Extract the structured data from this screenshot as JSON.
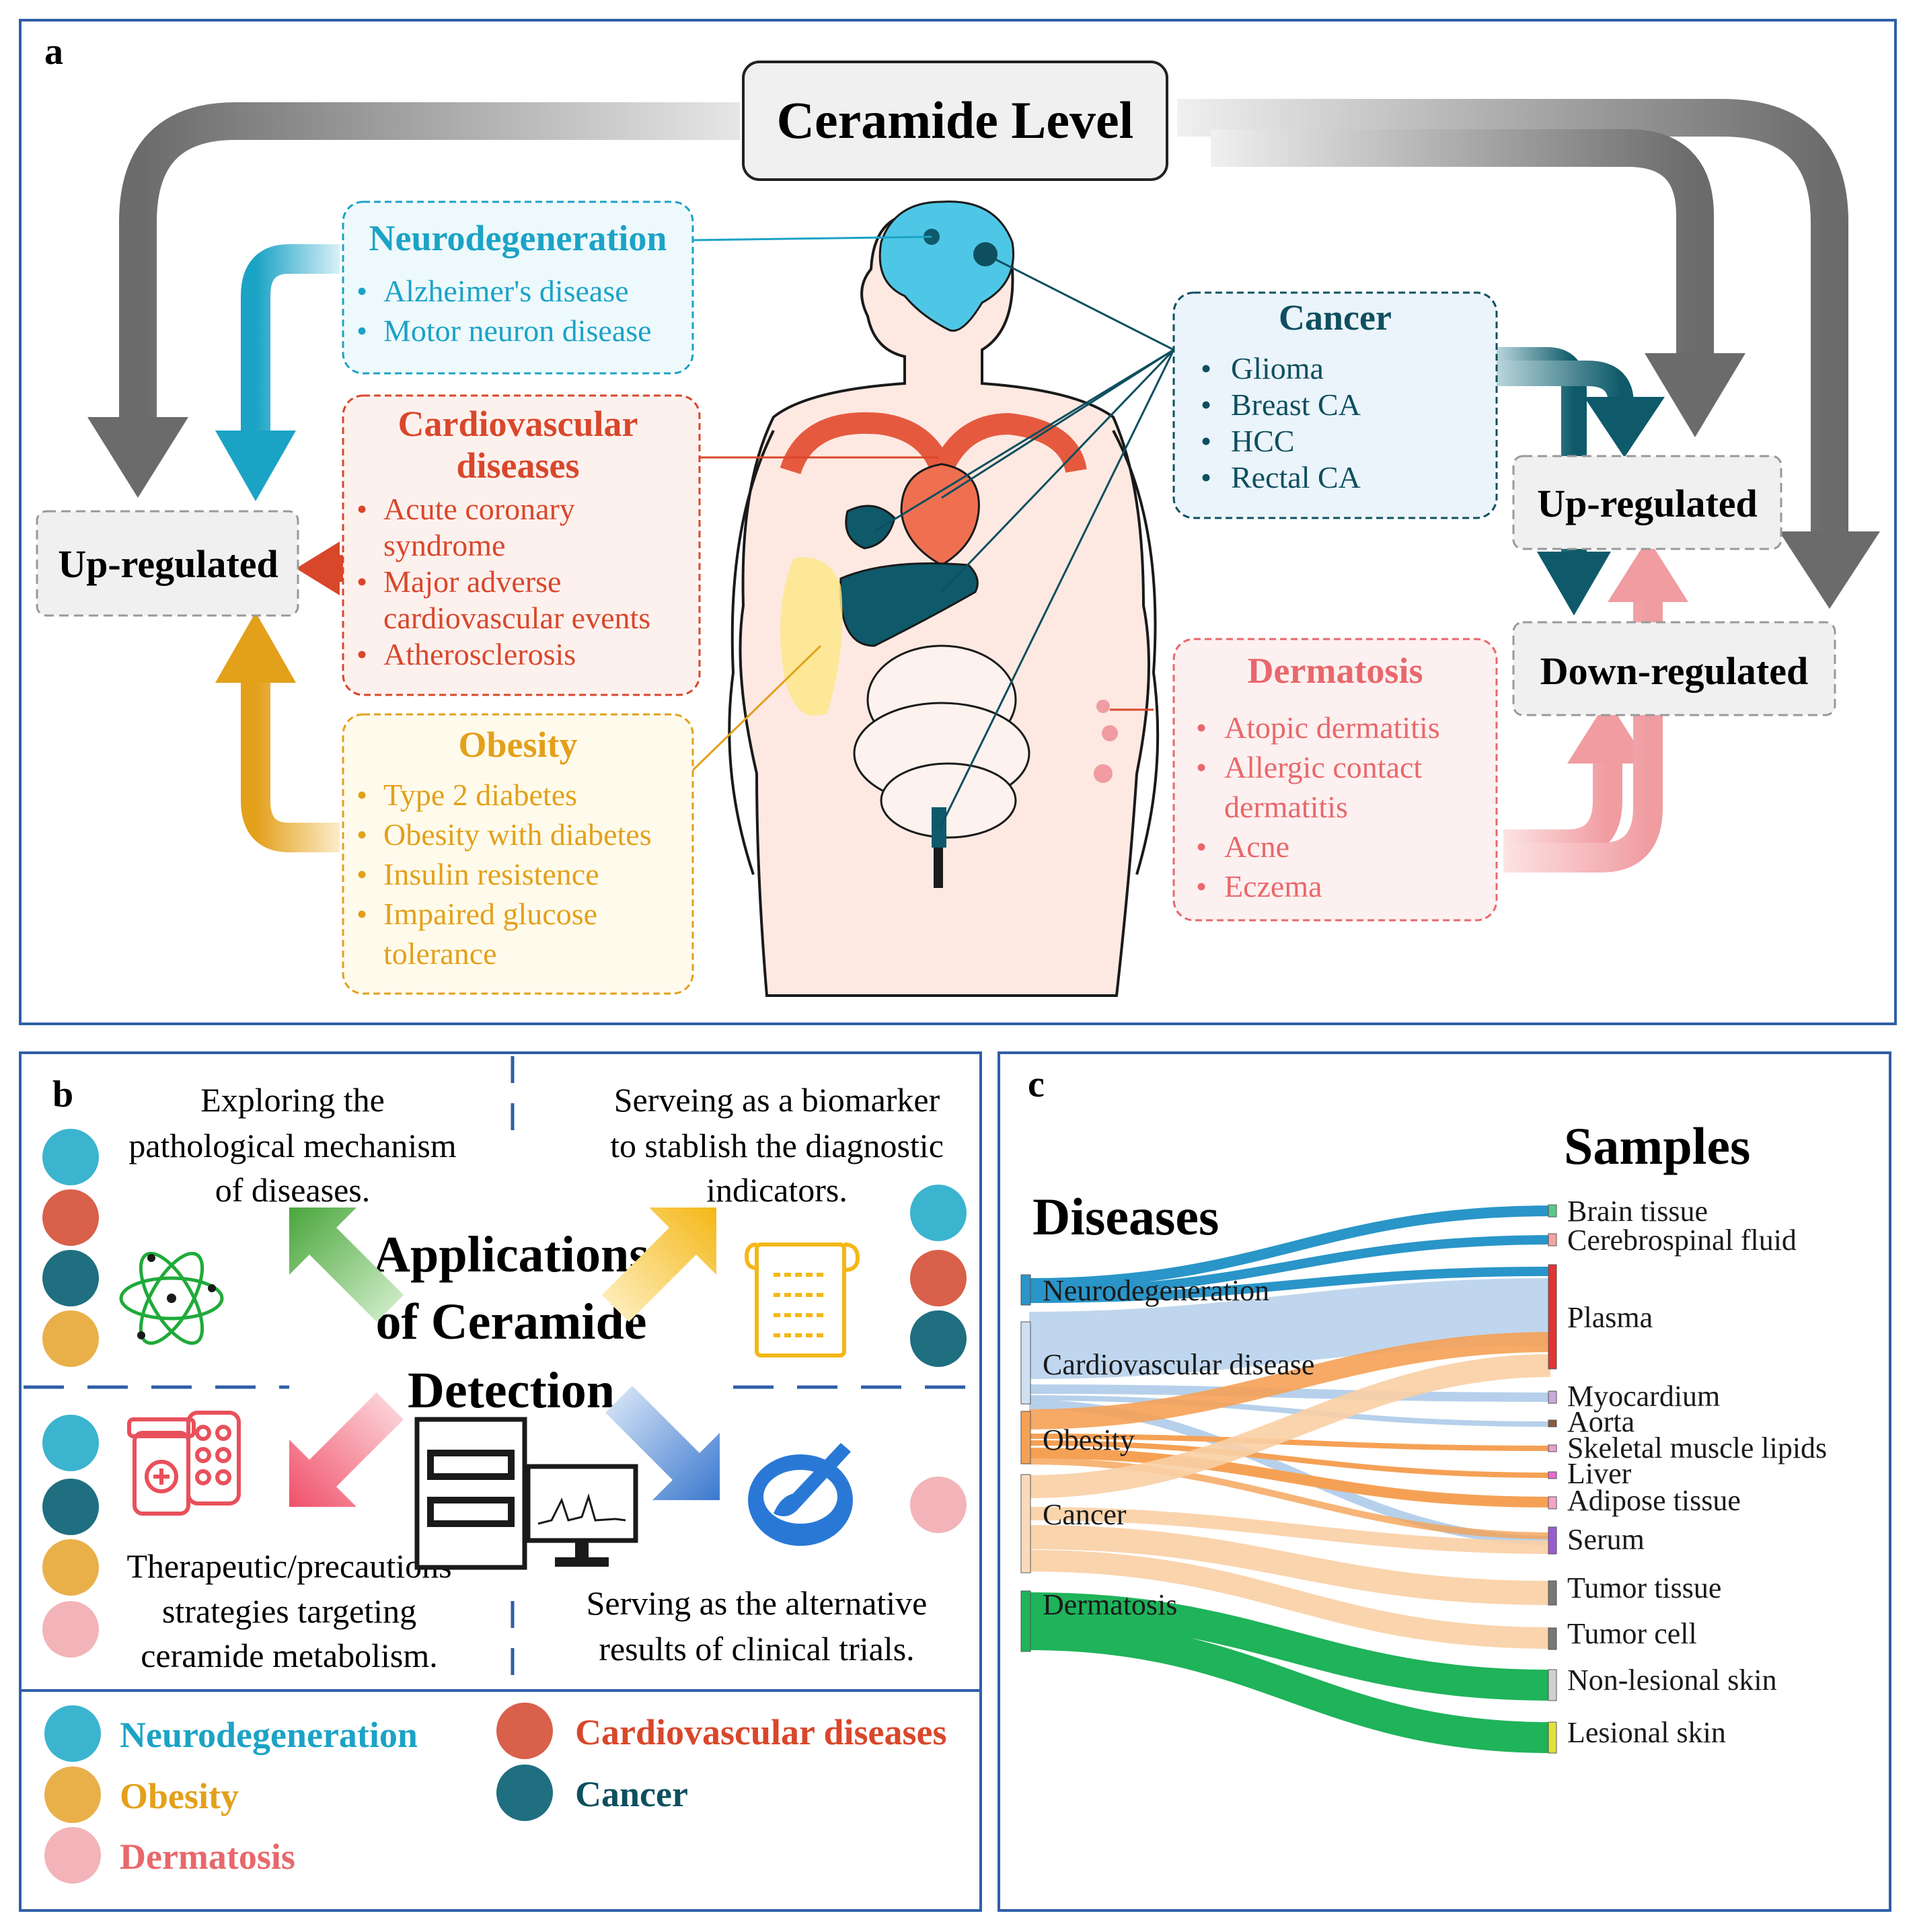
{
  "panel_a": {
    "label": "a",
    "title": "Ceramide Level",
    "left_target": "Up-regulated",
    "right_up": "Up-regulated",
    "right_down": "Down-regulated",
    "neuro": {
      "title": "Neurodegeneration",
      "items": [
        "Alzheimer's disease",
        "Motor neuron disease"
      ],
      "color": "#1ba3c6"
    },
    "cardio": {
      "title_line1": "Cardiovascular",
      "title_line2": "diseases",
      "items": [
        "Acute coronary",
        "syndrome",
        "Major adverse",
        "cardiovascular events",
        "Atherosclerosis"
      ],
      "color": "#d9472b"
    },
    "obesity": {
      "title": "Obesity",
      "items": [
        "Type 2 diabetes",
        "Obesity with diabetes",
        "Insulin resistence",
        "Impaired glucose",
        "tolerance"
      ],
      "color": "#e3a01b"
    },
    "cancer": {
      "title": "Cancer",
      "items": [
        "Glioma",
        "Breast CA",
        "HCC",
        "Rectal CA"
      ],
      "color": "#0e4f5f"
    },
    "dermatosis": {
      "title": "Dermatosis",
      "items": [
        "Atopic dermatitis",
        "Allergic contact",
        "dermatitis",
        "Acne",
        "Eczema"
      ],
      "color": "#e8686c"
    }
  },
  "panel_b": {
    "label": "b",
    "center_line1": "Applications",
    "center_line2": "of Ceramide",
    "center_line3": "Detection",
    "q1": [
      "Exploring the",
      "pathological mechanism",
      "of diseases."
    ],
    "q2": [
      "Serveing as a biomarker",
      "to stablish the diagnostic",
      "indicators."
    ],
    "q3": [
      "Therapeutic/precautions",
      "strategies targeting",
      "ceramide metabolism."
    ],
    "q4": [
      "Serving as the alternative",
      "results of clinical trials."
    ],
    "legend": [
      {
        "label": "Neurodegeneration",
        "color": "#3bb4cf"
      },
      {
        "label": "Cardiovascular diseases",
        "color": "#d9604a"
      },
      {
        "label": "Obesity",
        "color": "#e9b04a"
      },
      {
        "label": "Cancer",
        "color": "#1f6f80"
      },
      {
        "label": "Dermatosis",
        "color": "#f2b4b8"
      }
    ]
  },
  "panel_c": {
    "label": "c",
    "left_title": "Diseases",
    "right_title": "Samples",
    "diseases": [
      "Neurodegeneration",
      "Cardiovascular disease",
      "Obesity",
      "Cancer",
      "Dermatosis"
    ],
    "samples": [
      "Brain tissue",
      "Cerebrospinal fluid",
      "Plasma",
      "Myocardium",
      "Aorta",
      "Skeletal muscle lipids",
      "Liver",
      "Adipose tissue",
      "Serum",
      "Tumor tissue",
      "Tumor cell",
      "Non-lesional skin",
      "Lesional skin"
    ],
    "colors": {
      "neuro": "#2a95c8",
      "cardio": "#a9c8e8",
      "obesity": "#f5a155",
      "cancer": "#f9cfa4",
      "derma": "#1fb35a"
    }
  }
}
